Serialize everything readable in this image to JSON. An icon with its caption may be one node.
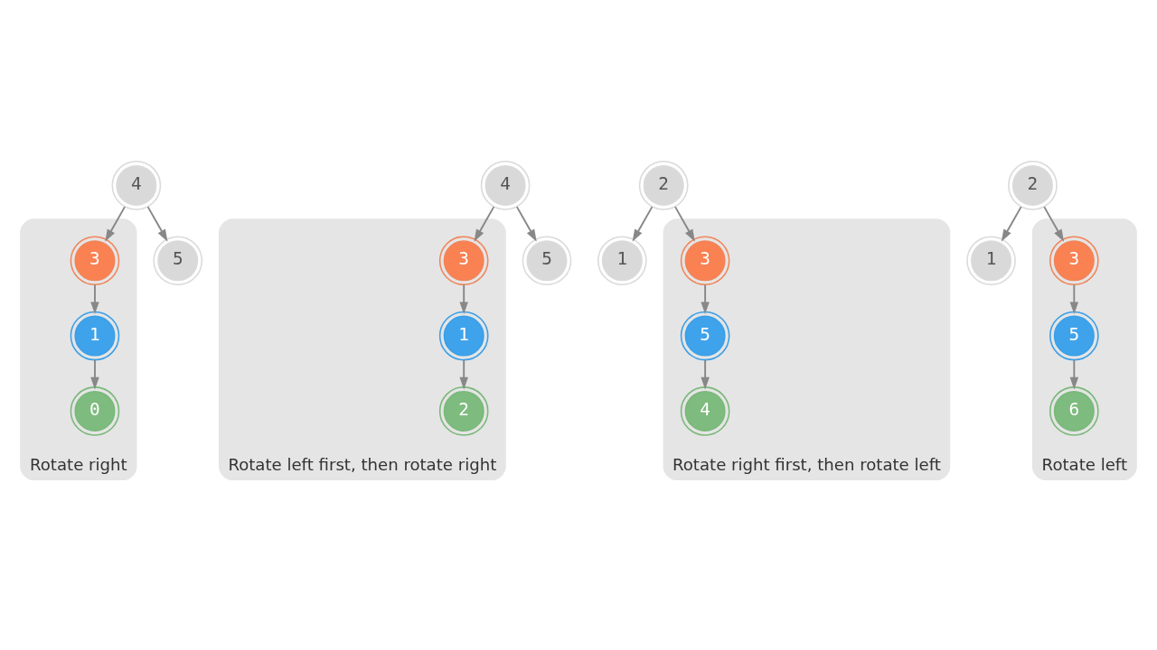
{
  "diagram": {
    "nodes": [
      {
        "text": [
          "4"
        ]
      },
      {
        "text": [],
        "shape": "box",
        "beside": [
          "Rotate right"
        ]
      },
      {
        "text": [
          "3"
        ],
        "in": 1
      },
      {
        "text": [
          "1"
        ],
        "in": 1
      },
      {
        "text": [
          "0"
        ],
        "in": 1
      },
      {
        "text": [
          "5"
        ]
      },
      {
        "text": [
          "4"
        ]
      },
      {
        "text": [],
        "shape": "box",
        "beside": [
          "Rotate left first, then rotate right"
        ]
      },
      {
        "text": [
          "3"
        ],
        "in": 7
      },
      {
        "text": [
          "1"
        ],
        "in": 7
      },
      {
        "text": [
          "2"
        ],
        "in": 7
      },
      {
        "text": [
          "5"
        ]
      },
      {
        "text": [
          "2"
        ]
      },
      {
        "text": [
          "1"
        ]
      },
      {
        "text": [],
        "shape": "box",
        "beside": [
          "Rotate right first, then rotate left"
        ]
      },
      {
        "text": [
          "3"
        ],
        "in": 14
      },
      {
        "text": [
          "5"
        ],
        "in": 14
      },
      {
        "text": [
          "4"
        ],
        "in": 14
      },
      {
        "text": [
          "2"
        ]
      },
      {
        "text": [
          "1"
        ]
      },
      {
        "text": [],
        "shape": "box",
        "beside": [
          "Rotate left"
        ]
      },
      {
        "text": [
          "3"
        ],
        "in": 20
      },
      {
        "text": [
          "5"
        ],
        "in": 20
      },
      {
        "text": [
          "6"
        ],
        "in": 20
      }
    ],
    "edges": [
      {
        "from": 0,
        "to": 2,
        "arrow": "to"
      },
      {
        "from": 0,
        "to": 5,
        "arrow": "to"
      },
      {
        "from": 2,
        "to": 3,
        "arrow": "to"
      },
      {
        "from": 3,
        "to": 4,
        "arrow": "to"
      },
      {
        "from": 6,
        "to": 8,
        "arrow": "to"
      },
      {
        "from": 6,
        "to": 11,
        "arrow": "to"
      },
      {
        "from": 8,
        "to": 9,
        "arrow": "to"
      },
      {
        "from": 9,
        "to": 10,
        "arrow": "to"
      },
      {
        "from": 12,
        "to": 13,
        "arrow": "to"
      },
      {
        "from": 12,
        "to": 15,
        "arrow": "to"
      },
      {
        "from": 15,
        "to": 16,
        "arrow": "to"
      },
      {
        "from": 16,
        "to": 17,
        "arrow": "to"
      },
      {
        "from": 18,
        "to": 19,
        "arrow": "to"
      },
      {
        "from": 18,
        "to": 21,
        "arrow": "to"
      },
      {
        "from": 21,
        "to": 22,
        "arrow": "to"
      },
      {
        "from": 22,
        "to": 23,
        "arrow": "to"
      }
    ]
  }
}
